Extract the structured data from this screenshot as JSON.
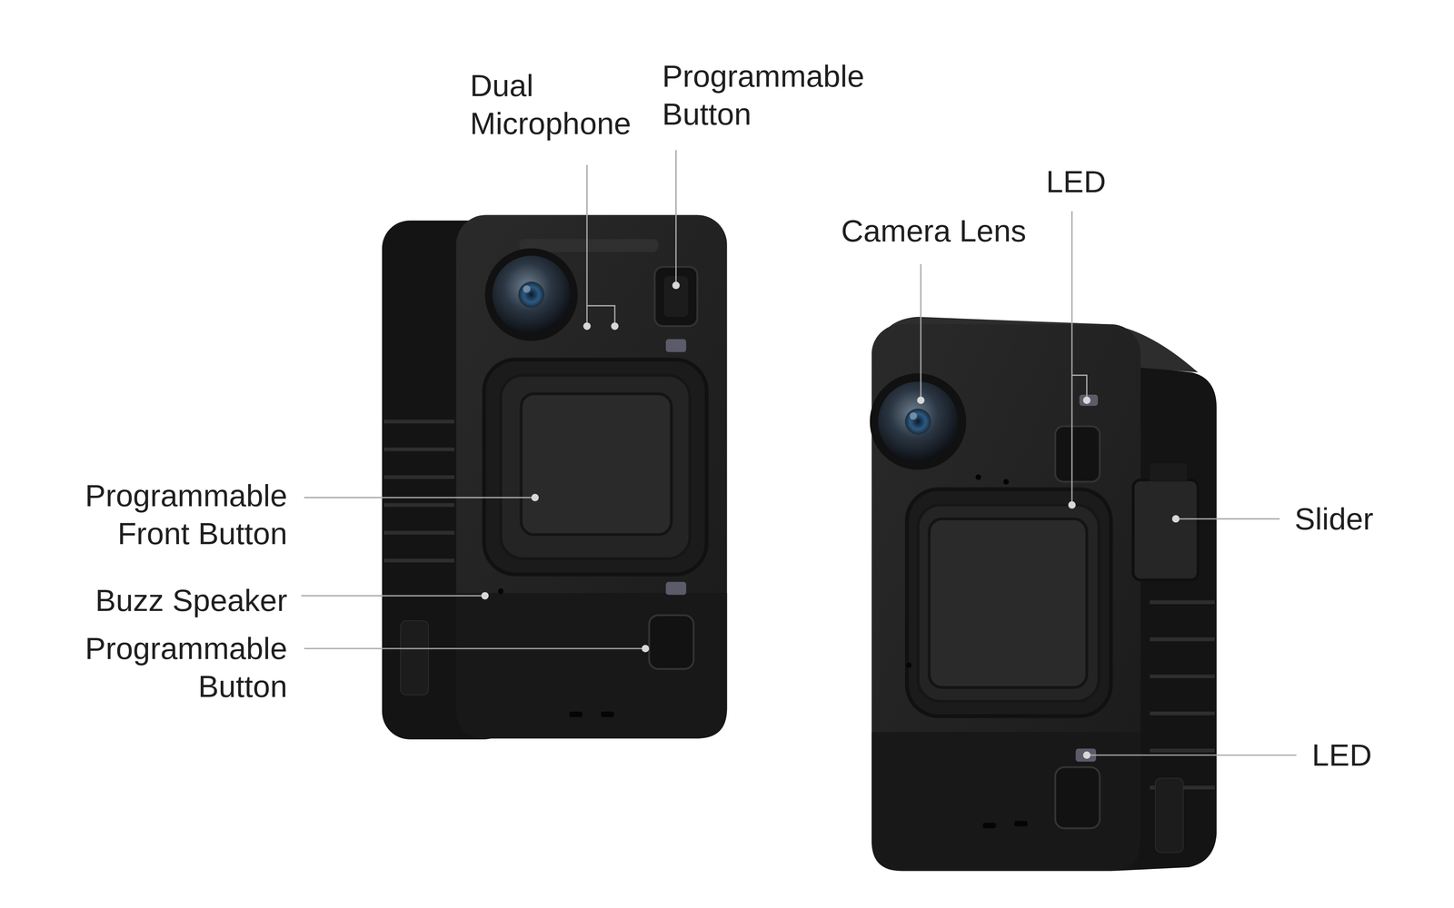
{
  "diagram": {
    "labels": [
      "Dual Microphone",
      "Programmable Button",
      "LED",
      "Camera Lens",
      "Programmable Front Button",
      "Slider",
      "Buzz Speaker",
      "LED",
      "Programmable Button"
    ]
  }
}
